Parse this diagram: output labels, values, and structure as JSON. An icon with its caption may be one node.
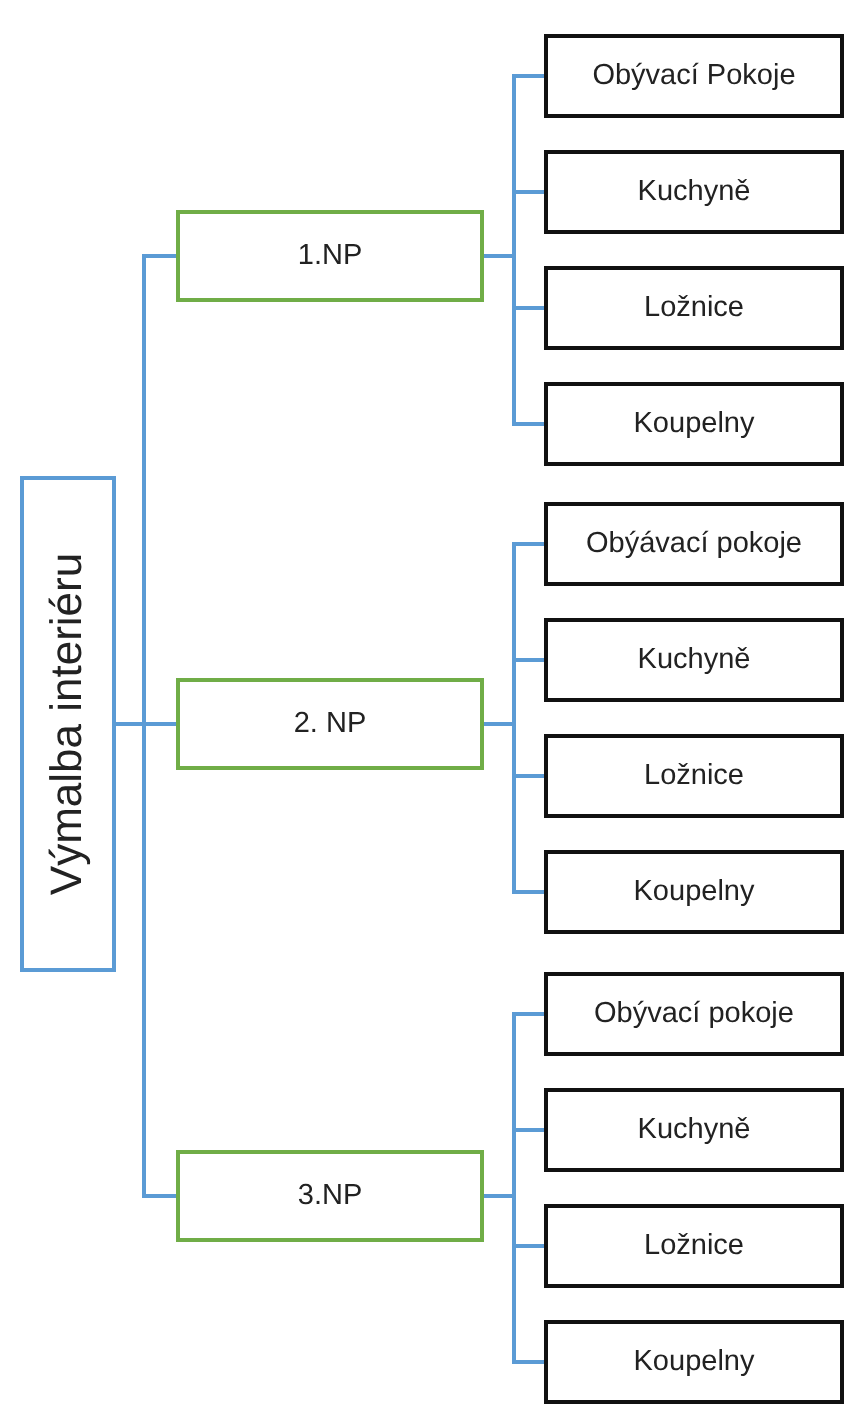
{
  "diagram": {
    "nodes": [
      {
        "text": [
          "Výmalba interiéru"
        ]
      },
      {
        "text": [
          "1.NP"
        ]
      },
      {
        "text": [
          "Obývací Pokoje"
        ]
      },
      {
        "text": [
          "Kuchyně"
        ]
      },
      {
        "text": [
          "Ložnice"
        ]
      },
      {
        "text": [
          "Koupelny"
        ]
      },
      {
        "text": [
          "2. NP"
        ]
      },
      {
        "text": [
          "Obýávací pokoje"
        ]
      },
      {
        "text": [
          "Kuchyně"
        ]
      },
      {
        "text": [
          "Ložnice"
        ]
      },
      {
        "text": [
          "Koupelny"
        ]
      },
      {
        "text": [
          "3.NP"
        ]
      },
      {
        "text": [
          "Obývací pokoje"
        ]
      },
      {
        "text": [
          "Kuchyně"
        ]
      },
      {
        "text": [
          "Ložnice"
        ]
      },
      {
        "text": [
          "Koupelny"
        ]
      }
    ],
    "edges": [
      {
        "from": 0,
        "to": 1,
        "arrow": "none"
      },
      {
        "from": 0,
        "to": 6,
        "arrow": "none"
      },
      {
        "from": 0,
        "to": 11,
        "arrow": "none"
      },
      {
        "from": 1,
        "to": 2,
        "arrow": "none"
      },
      {
        "from": 1,
        "to": 3,
        "arrow": "none"
      },
      {
        "from": 1,
        "to": 4,
        "arrow": "none"
      },
      {
        "from": 1,
        "to": 5,
        "arrow": "none"
      },
      {
        "from": 6,
        "to": 7,
        "arrow": "none"
      },
      {
        "from": 6,
        "to": 8,
        "arrow": "none"
      },
      {
        "from": 6,
        "to": 9,
        "arrow": "none"
      },
      {
        "from": 6,
        "to": 10,
        "arrow": "none"
      },
      {
        "from": 11,
        "to": 12,
        "arrow": "none"
      },
      {
        "from": 11,
        "to": 13,
        "arrow": "none"
      },
      {
        "from": 11,
        "to": 14,
        "arrow": "none"
      },
      {
        "from": 11,
        "to": 15,
        "arrow": "none"
      }
    ]
  }
}
